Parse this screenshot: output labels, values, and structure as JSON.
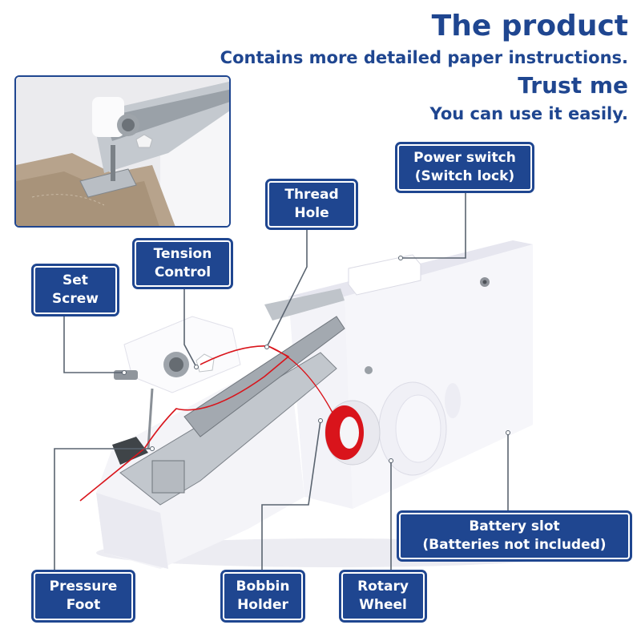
{
  "headline": {
    "title": "The product",
    "subtitle1": "Contains more detailed paper instructions.",
    "title2": "Trust me",
    "subtitle2": "You can use it easily."
  },
  "callouts": {
    "power_switch": "Power switch\n(Switch lock)",
    "thread_hole": "Thread\nHole",
    "tension_control": "Tension\nControl",
    "set_screw": "Set\nScrew",
    "battery_slot": "Battery slot\n(Batteries not included)",
    "pressure_foot": "Pressure\nFoot",
    "bobbin_holder": "Bobbin\nHolder",
    "rotary_wheel": "Rotary\nWheel"
  },
  "colors": {
    "brand_blue": "#1f4690",
    "machine_white": "#f3f3f8",
    "bobbin_red": "#d9141b"
  },
  "icons": [
    "sewing-machine-illustration",
    "close-up-needle-illustration"
  ]
}
